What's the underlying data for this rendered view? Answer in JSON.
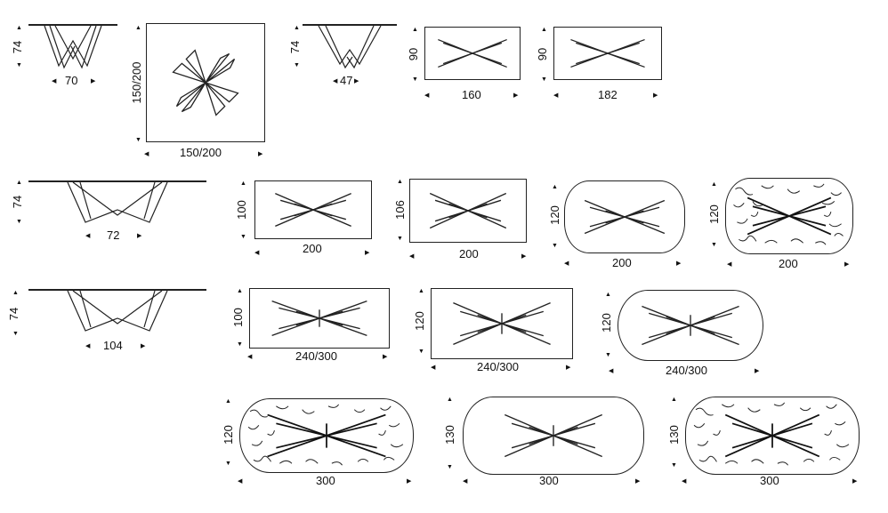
{
  "elevations": [
    {
      "height": "74",
      "width": "70"
    },
    {
      "height": "74",
      "width": "47"
    },
    {
      "height": "74",
      "width": "72"
    },
    {
      "height": "74",
      "width": "104"
    }
  ],
  "plans": [
    {
      "depth": "150/200",
      "length": "150/200",
      "shape": "square"
    },
    {
      "depth": "90",
      "length": "160",
      "shape": "rectangle"
    },
    {
      "depth": "90",
      "length": "182",
      "shape": "rectangle"
    },
    {
      "depth": "100",
      "length": "200",
      "shape": "rectangle"
    },
    {
      "depth": "106",
      "length": "200",
      "shape": "rectangle"
    },
    {
      "depth": "120",
      "length": "200",
      "shape": "rounded"
    },
    {
      "depth": "120",
      "length": "200",
      "shape": "rounded-patterned"
    },
    {
      "depth": "100",
      "length": "240/300",
      "shape": "rectangle"
    },
    {
      "depth": "120",
      "length": "240/300",
      "shape": "rectangle"
    },
    {
      "depth": "120",
      "length": "240/300",
      "shape": "rounded"
    },
    {
      "depth": "120",
      "length": "300",
      "shape": "rounded-patterned"
    },
    {
      "depth": "130",
      "length": "300",
      "shape": "rounded"
    },
    {
      "depth": "130",
      "length": "300",
      "shape": "rounded-patterned"
    }
  ],
  "colors": {
    "line": "#222222",
    "background": "#ffffff"
  }
}
